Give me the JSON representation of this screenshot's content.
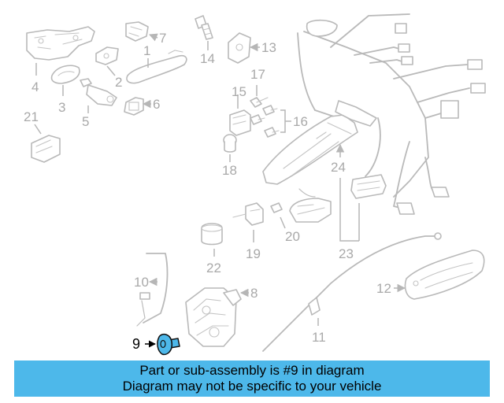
{
  "callouts": {
    "c1": "1",
    "c2": "2",
    "c3": "3",
    "c4": "4",
    "c5": "5",
    "c6": "6",
    "c7": "7",
    "c8": "8",
    "c9": "9",
    "c10": "10",
    "c11": "11",
    "c12": "12",
    "c13": "13",
    "c14": "14",
    "c15": "15",
    "c16": "16",
    "c17": "17",
    "c18": "18",
    "c19": "19",
    "c20": "20",
    "c21": "21",
    "c22": "22",
    "c23": "23",
    "c24": "24"
  },
  "highlight": {
    "part_number": "9",
    "color": "#4db8ea"
  },
  "caption": {
    "line1": "Part or sub-assembly is #9 in diagram",
    "line2": "Diagram may not be specific to your vehicle"
  },
  "colors": {
    "banner": "#4db8ea",
    "linework": "#b9b9b9",
    "callout_text": "#a9a9a9"
  }
}
